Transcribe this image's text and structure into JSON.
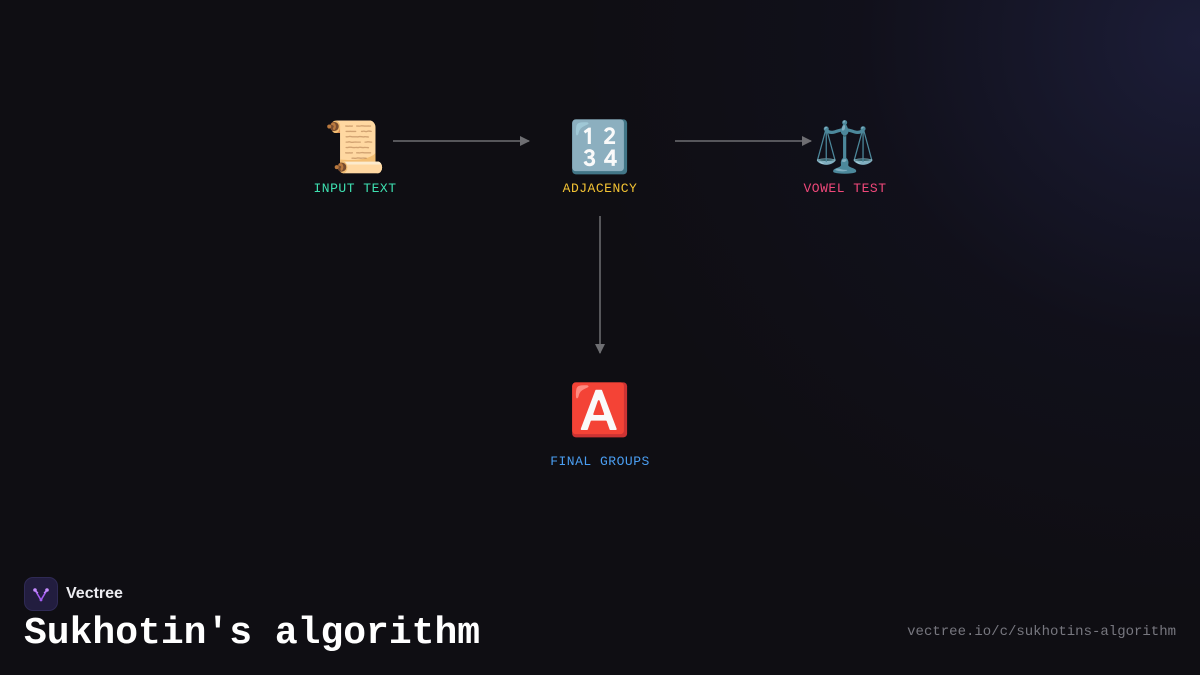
{
  "diagram": {
    "nodes": [
      {
        "id": "input",
        "icon": "scroll-icon",
        "emoji": "📜",
        "label": "INPUT TEXT",
        "color": "#3ee0b0"
      },
      {
        "id": "adjacency",
        "icon": "numbers-1234-icon",
        "emoji": "🔢",
        "label": "ADJACENCY",
        "color": "#f2c233"
      },
      {
        "id": "vowel",
        "icon": "balance-scale-icon",
        "emoji": "⚖️",
        "label": "VOWEL TEST",
        "color": "#f0487a"
      },
      {
        "id": "final",
        "icon": "letter-a-icon",
        "emoji": "🅰️",
        "label": "FINAL GROUPS",
        "color": "#4a9ef2"
      }
    ],
    "edges": [
      {
        "from": "input",
        "to": "adjacency"
      },
      {
        "from": "adjacency",
        "to": "vowel"
      },
      {
        "from": "adjacency",
        "to": "final"
      }
    ],
    "edge_color": "#6e6e72"
  },
  "brand": {
    "name": "Vectree",
    "logo_icon": "vectree-logo-icon",
    "accent": "#a35cf2"
  },
  "footer": {
    "title": "Sukhotin's algorithm",
    "url": "vectree.io/c/sukhotins-algorithm"
  }
}
